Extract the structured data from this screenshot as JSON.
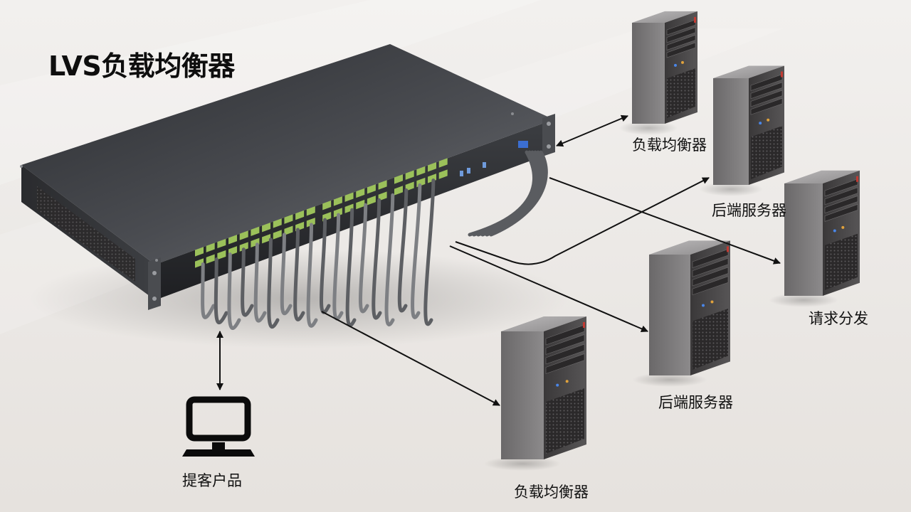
{
  "title": "LVS负载均衡器",
  "labels": {
    "client": "提客户品",
    "lb_top": "负载均衡器",
    "backend_upper": "后端服务器",
    "request_dispatch": "请求分发",
    "backend_lower": "后端服务器",
    "lb_bottom": "负载均衡器"
  },
  "colors": {
    "chassis": "#3a3b3e",
    "chassis_top": "#55575b",
    "server_body": "#4a4849",
    "arrow": "#111111",
    "port_green": "#9bc15a",
    "cable": "#7d7f83"
  },
  "icons": {
    "client": "desktop-monitor-icon",
    "server": "tower-server-icon",
    "switch": "rack-load-balancer-icon"
  }
}
